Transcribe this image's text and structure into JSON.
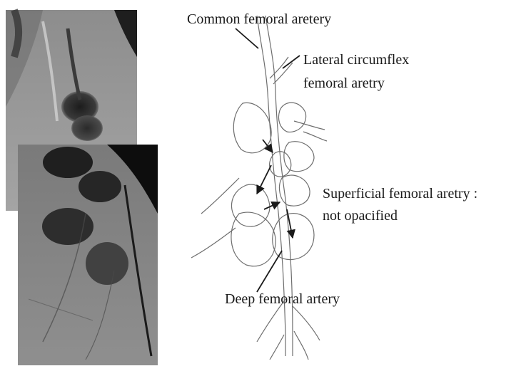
{
  "labels": {
    "common_femoral": "Common femoral aretery",
    "lateral_circumflex_line1": "Lateral circumflex",
    "lateral_circumflex_line2": "femoral aretry",
    "superficial_femoral_line1": "Superficial femoral aretry :",
    "superficial_femoral_line2": "not opacified",
    "deep_femoral": "Deep femoral artery"
  },
  "colors": {
    "background": "#ffffff",
    "text": "#1a1a1a",
    "sketch_line": "#6e6e6e"
  }
}
